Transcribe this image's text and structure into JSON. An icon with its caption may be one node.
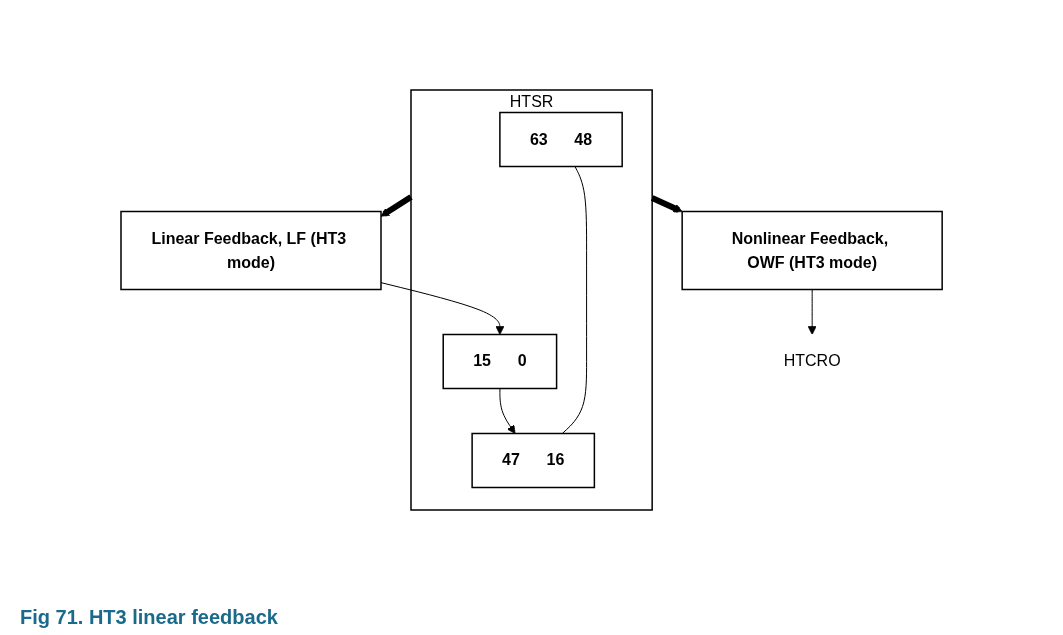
{
  "diagram": {
    "caption": "Fig 71. HT3 linear feedback",
    "nodes": [
      {
        "text": [
          "Linear Feedback, LF (HT3 mode)"
        ]
      },
      {
        "text": [
          "HTSR"
        ]
      },
      {
        "text": [
          "63",
          "48"
        ],
        "in": 1
      },
      {
        "text": [
          "47",
          "16"
        ],
        "in": 1
      },
      {
        "text": [
          "15",
          "0"
        ],
        "in": 1
      },
      {
        "text": [
          "Nonlinear Feedback, OWF (HT3 mode)"
        ]
      },
      {
        "text": [
          "HTCRO"
        ]
      }
    ],
    "edges": [
      {
        "from": 1,
        "to": 0,
        "arrow": "to",
        "style": "thick"
      },
      {
        "from": 0,
        "to": 4,
        "arrow": "to"
      },
      {
        "from": 4,
        "to": 3,
        "arrow": "to"
      },
      {
        "from": 2,
        "to": 3,
        "arrow": "none"
      },
      {
        "from": 1,
        "to": 5,
        "arrow": "to",
        "style": "thick"
      },
      {
        "from": 5,
        "to": 6,
        "arrow": "to"
      }
    ]
  }
}
